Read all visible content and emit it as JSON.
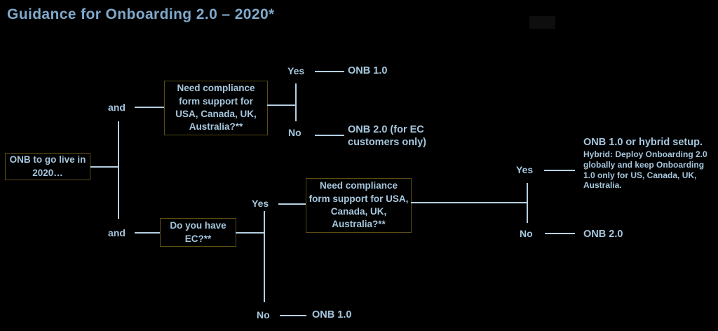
{
  "title": "Guidance for Onboarding 2.0 – 2020*",
  "colors": {
    "background": "#000000",
    "title_text": "#7fa9cb",
    "node_text": "#a6c7de",
    "line": "#b5cfe1",
    "box_border": "#5a4c12"
  },
  "flowchart": {
    "root": {
      "label": "ONB to go live in 2020…"
    },
    "branch_top": {
      "connector_label": "and",
      "question": "Need compliance form support for USA, Canada, UK, Australia?**",
      "yes_label": "Yes",
      "yes_outcome": "ONB 1.0",
      "no_label": "No",
      "no_outcome": "ONB 2.0 (for EC customers only)"
    },
    "branch_bottom": {
      "connector_label": "and",
      "question": "Do you have EC?**",
      "yes_label": "Yes",
      "yes_question": "Need compliance form support for USA, Canada, UK, Australia?**",
      "yes_branch": {
        "yes_label": "Yes",
        "yes_outcome_title": "ONB 1.0 or hybrid setup.",
        "yes_outcome_detail": "Hybrid: Deploy Onboarding 2.0 globally and keep Onboarding 1.0 only for US, Canada, UK, Australia.",
        "no_label": "No",
        "no_outcome": "ONB 2.0"
      },
      "no_label": "No",
      "no_outcome": "ONB 1.0"
    }
  }
}
